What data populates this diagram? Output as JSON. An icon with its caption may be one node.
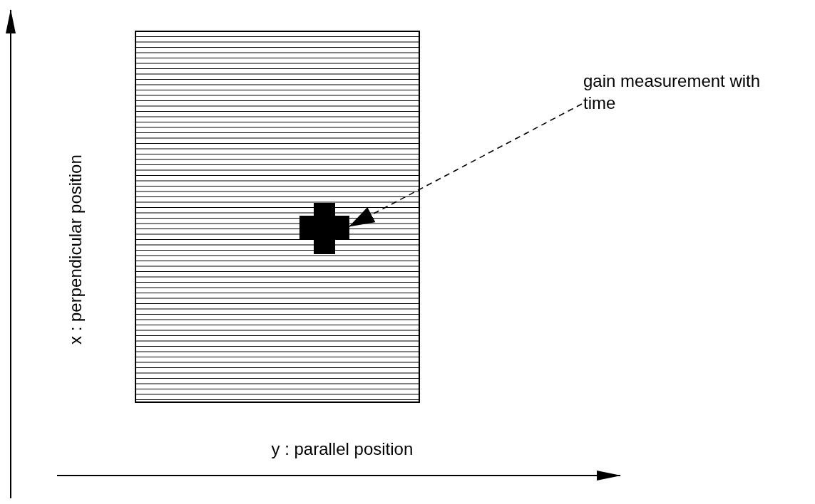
{
  "diagram": {
    "nodes": [
      {
        "text": [
          "gain measurement with time"
        ]
      },
      {
        "text": [],
        "shape": "cross"
      }
    ],
    "edges": [
      {
        "from": 0,
        "to": 1,
        "arrow": "to",
        "style": "dashed"
      }
    ],
    "labels": [
      "x : perpendicular position",
      "y : parallel position"
    ]
  }
}
